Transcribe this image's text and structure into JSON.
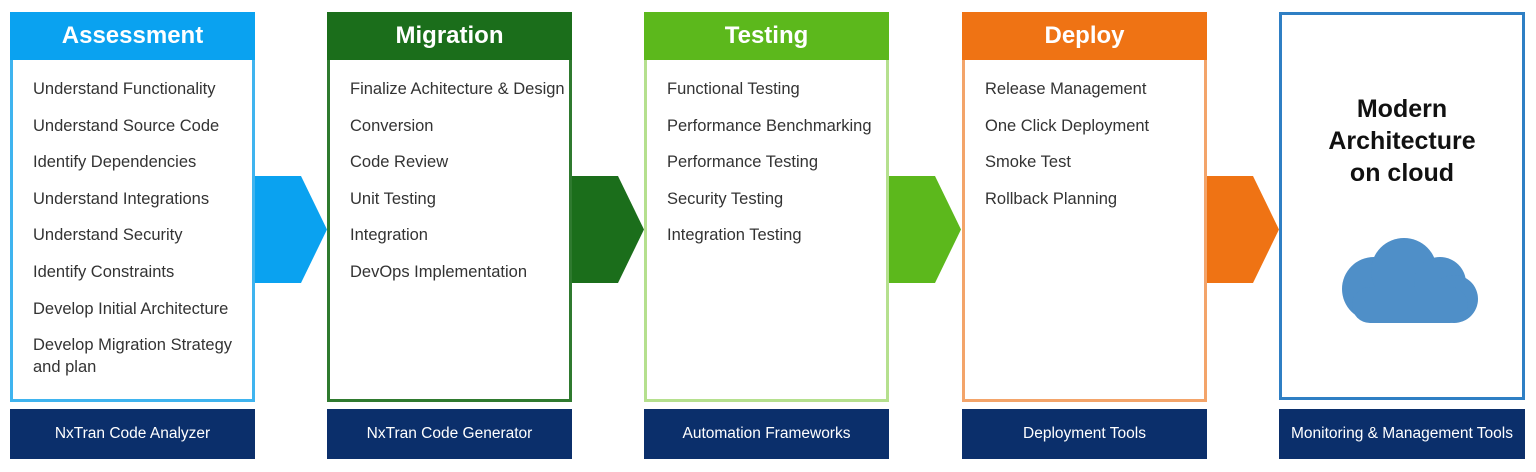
{
  "colors": {
    "assessment": "#0aa2f0",
    "assessment_border": "#3fb4ef",
    "migration": "#1b6e1b",
    "migration_border": "#2f7a2f",
    "testing": "#5cb81c",
    "testing_border": "#b5e08e",
    "deploy": "#ef7314",
    "deploy_border": "#f3a46a",
    "tools_bar": "#0b2f6b",
    "cloud": "#4f8fc8",
    "final_border": "#2f7fc4"
  },
  "phases": [
    {
      "title": "Assessment",
      "tasks": [
        "Understand Functionality",
        "Understand Source Code",
        "Identify Dependencies",
        "Understand Integrations",
        "Understand Security",
        "Identify Constraints",
        "Develop Initial Architecture",
        "Develop Migration Strategy and plan"
      ],
      "tool": "NxTran Code Analyzer"
    },
    {
      "title": "Migration",
      "tasks": [
        "Finalize Achitecture & Design",
        "Conversion",
        "Code Review",
        "Unit Testing",
        "Integration",
        "DevOps Implementation"
      ],
      "tool": "NxTran Code Generator"
    },
    {
      "title": "Testing",
      "tasks": [
        "Functional Testing",
        "Performance Benchmarking",
        "Performance Testing",
        "Security Testing",
        "Integration Testing"
      ],
      "tool": "Automation Frameworks"
    },
    {
      "title": "Deploy",
      "tasks": [
        "Release Management",
        "One Click Deployment",
        "Smoke Test",
        "Rollback Planning"
      ],
      "tool": "Deployment Tools"
    }
  ],
  "final": {
    "title_lines": [
      "Modern",
      "Architecture",
      "on cloud"
    ],
    "icon": "cloud-icon",
    "tool": "Monitoring & Management Tools"
  }
}
